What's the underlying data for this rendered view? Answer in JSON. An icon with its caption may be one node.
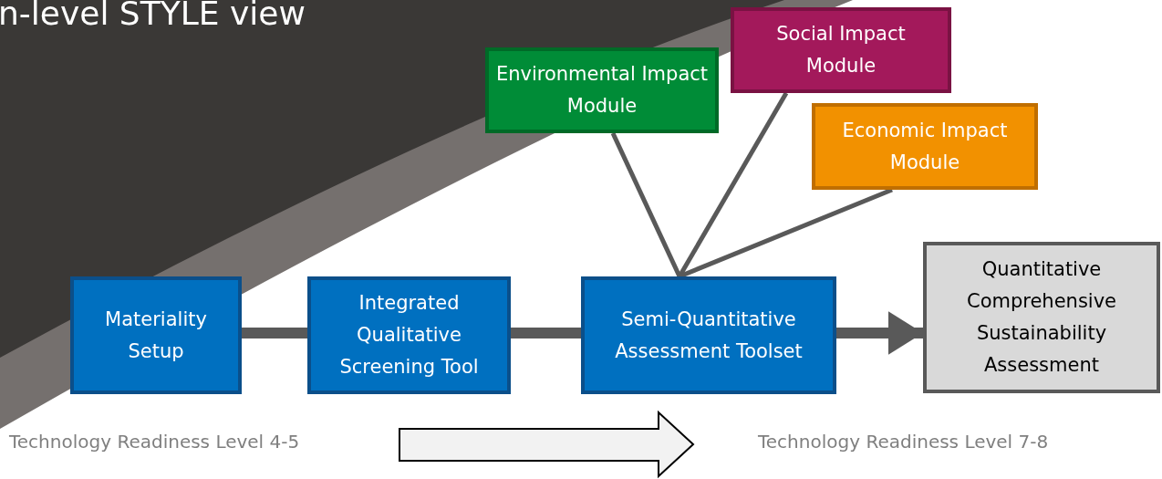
{
  "diagram": {
    "title": "n-level STYLE view",
    "nodes": [
      {
        "text": [
          "Materiality Setup"
        ]
      },
      {
        "text": [
          "Integrated Qualitative Screening Tool"
        ]
      },
      {
        "text": [
          "Semi-Quantitative Assessment Toolset"
        ]
      },
      {
        "text": [
          "Quantitative Comprehensive Sustainability Assessment"
        ]
      },
      {
        "text": [
          "Environmental Impact Module"
        ]
      },
      {
        "text": [
          "Social Impact Module"
        ]
      },
      {
        "text": [
          "Economic Impact Module"
        ]
      }
    ],
    "edges": [
      {
        "from": 0,
        "to": 1,
        "arrow": "none",
        "style": "thick"
      },
      {
        "from": 1,
        "to": 2,
        "arrow": "none",
        "style": "thick"
      },
      {
        "from": 2,
        "to": 3,
        "arrow": "to",
        "style": "thick"
      },
      {
        "from": 4,
        "to": 2,
        "arrow": "none"
      },
      {
        "from": 5,
        "to": 2,
        "arrow": "none"
      },
      {
        "from": 6,
        "to": 2,
        "arrow": "none"
      }
    ],
    "labels": [
      "Technology Readiness Level 4-5",
      "Technology Readiness Level 7-8"
    ]
  }
}
